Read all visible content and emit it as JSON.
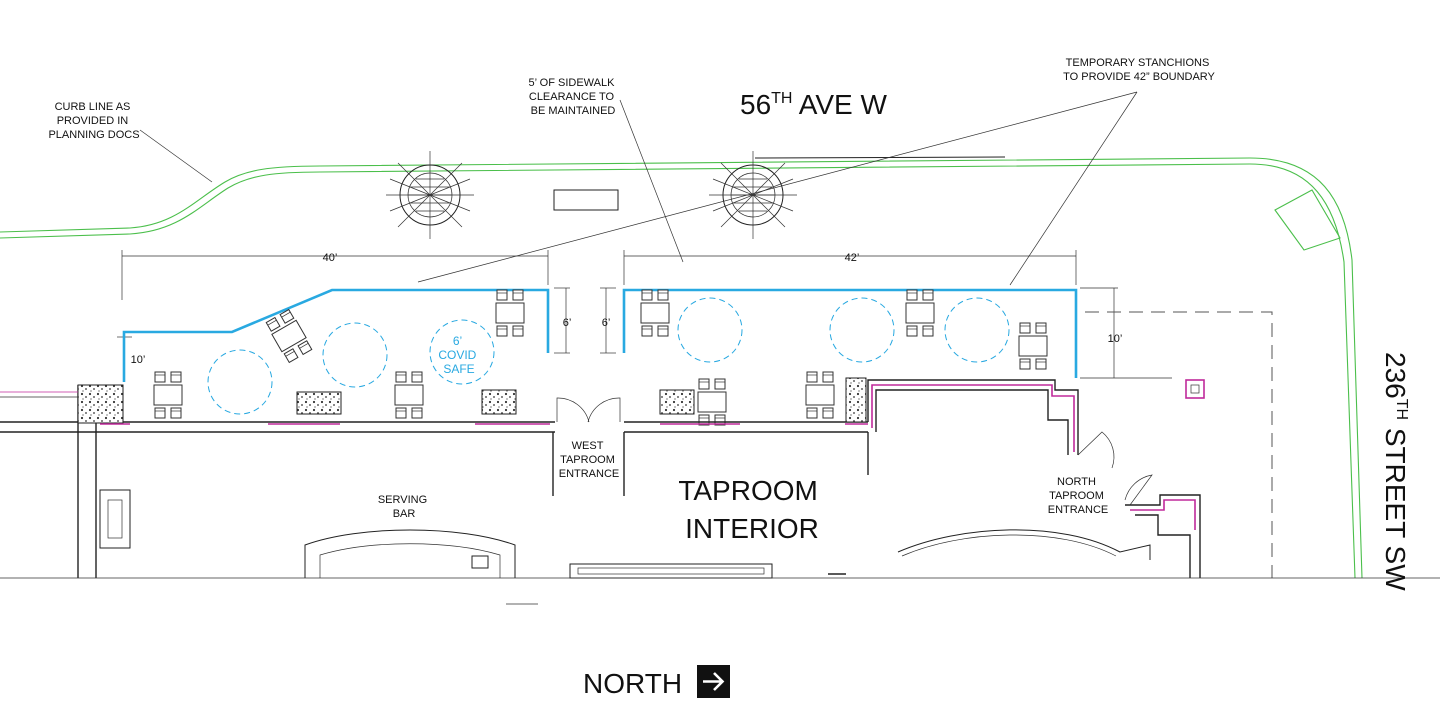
{
  "streets": {
    "north_street": "56TH AVE W",
    "north_street_number": "56",
    "north_street_suffix": "TH",
    "north_street_rest": " AVE W",
    "east_street": "236TH STREET SW",
    "east_street_number": "236",
    "east_street_suffix": "TH",
    "east_street_rest": " STREET SW"
  },
  "notes": {
    "curb_line": [
      "CURB LINE AS",
      "PROVIDED IN",
      "PLANNING DOCS"
    ],
    "sidewalk": [
      "5’ OF SIDEWALK",
      "CLEARANCE TO",
      "BE MAINTAINED"
    ],
    "stanchions": [
      "TEMPORARY STANCHIONS",
      "TO PROVIDE 42” BOUNDARY"
    ]
  },
  "dimensions": {
    "west_length": "40’",
    "east_length": "42’",
    "west_depth": "10’",
    "west_gap": "6’",
    "east_gap": "6’",
    "east_depth": "10’"
  },
  "covid": [
    "6’",
    "COVID",
    "SAFE"
  ],
  "rooms": {
    "interior": [
      "TAPROOM",
      "INTERIOR"
    ],
    "serving_bar": [
      "SERVING",
      "BAR"
    ],
    "west_entrance": [
      "WEST",
      "TAPROOM",
      "ENTRANCE"
    ],
    "north_entrance": [
      "NORTH",
      "TAPROOM",
      "ENTRANCE"
    ]
  },
  "compass": {
    "label": "NORTH",
    "icon": "arrow-right-icon"
  },
  "colors": {
    "seating_boundary": "#29a9e1",
    "curb_line": "#4bbf4b",
    "walls_highlight": "#c02a9b"
  }
}
